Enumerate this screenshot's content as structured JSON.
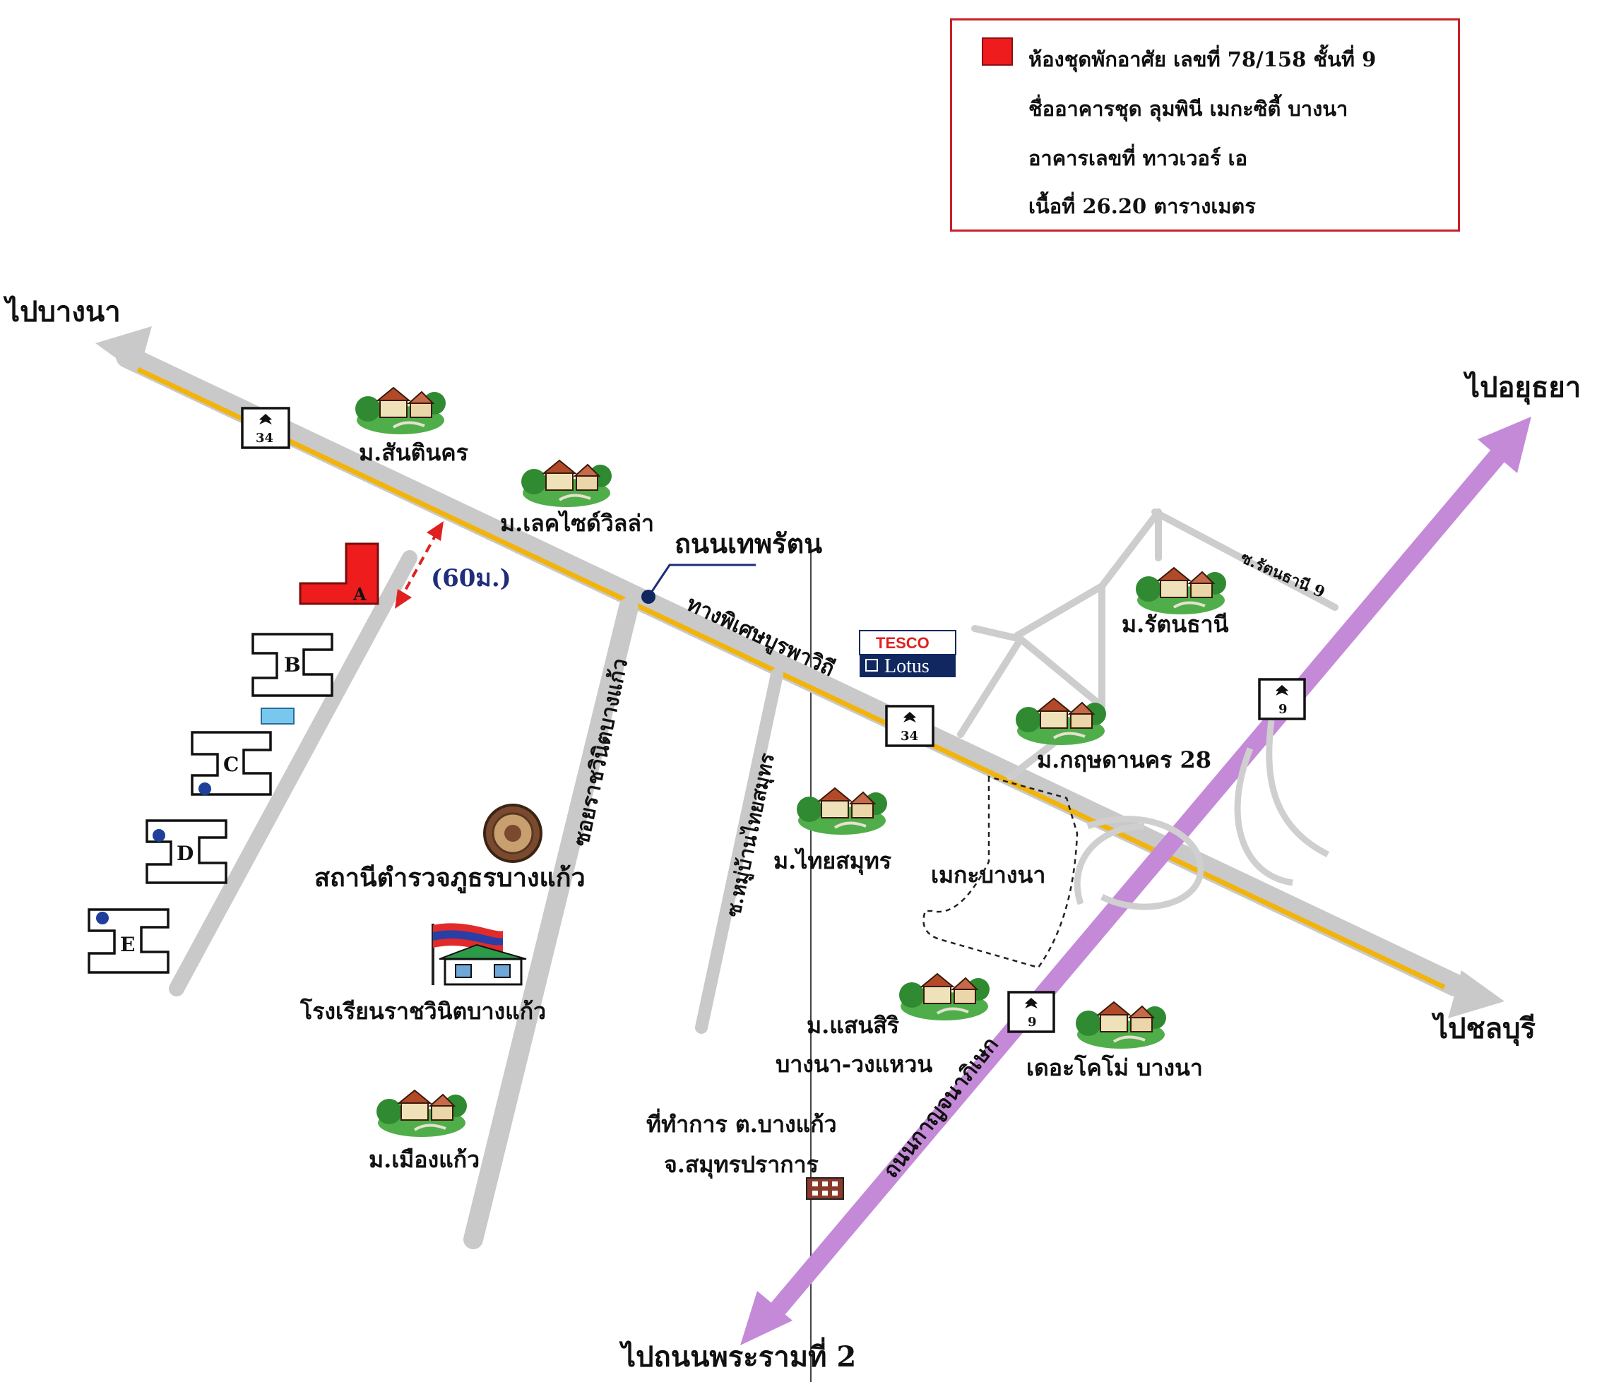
{
  "legend": {
    "swatch_color": "#ee1c1c",
    "line1": "ห้องชุดพักอาศัย เลขที่  78/158 ชั้นที่ 9",
    "line2": "ชื่ออาคารชุด ลุมพินี เมกะซิตี้ บางนา",
    "line3": "อาคารเลขที่ ทาวเวอร์ เอ",
    "line4": "เนื้อที่  26.20 ตารางเมตร"
  },
  "directions": {
    "bangna": "ไปบางนา",
    "ayutthaya": "ไปอยุธยา",
    "chonburi": "ไปชลบุรี",
    "rama2": "ไปถนนพระรามที่ 2"
  },
  "roads": {
    "thepharat": "ถนนเทพรัตน",
    "special_route": "ทางพิเศษบูรพาวิถี",
    "soi_rachawinit": "ซอยราชวินิตบางแก้ว",
    "soi_thaisamut": "ซ.หมู่บ้านไทยสมุทร",
    "soi_rattanathani": "ซ.รัตนธานี 9",
    "kanchanaphisek": "ถนนกาญจนาภิเษก"
  },
  "distance": "(60ม.)",
  "buildings": [
    "A",
    "B",
    "C",
    "D",
    "E"
  ],
  "highway_shields": [
    "34",
    "34",
    "9",
    "9"
  ],
  "places": {
    "santinakhon": "ม.สันตินคร",
    "lakeside": "ม.เลคไซด์วิลล่า",
    "rattanathani": "ม.รัตนธานี",
    "krisda": "ม.กฤษดานคร 28",
    "thaisamut": "ม.ไทยสมุทร",
    "megabangna": "เมกะบางนา",
    "police": "สถานีตำรวจภูธรบางแก้ว",
    "school": "โรงเรียนราชวินิตบางแก้ว",
    "sansiri1": "ม.แสนสิริ",
    "sansiri2": "บางนา-วงแหวน",
    "thecomo": "เดอะโคโม่ บางนา",
    "office1": "ที่ทำการ ต.บางแก้ว",
    "office2": "จ.สมุทรปราการ",
    "muangkaew": "ม.เมืองแก้ว"
  },
  "tesco": {
    "top": "TESCO",
    "bottom": "Lotus"
  },
  "colors": {
    "road_gray": "#c9c9c9",
    "main_road_line": "#f2b40a",
    "highway_purple": "#c48ad8",
    "target_red": "#ee1c1c",
    "distance_red": "#e0201f",
    "distance_text": "#1f2d7a",
    "pool_blue": "#78c8ee",
    "dot_blue": "#1f3f9a",
    "tesco_navy": "#10285f",
    "tesco_red": "#e0201f",
    "border_red": "#c8202a"
  }
}
